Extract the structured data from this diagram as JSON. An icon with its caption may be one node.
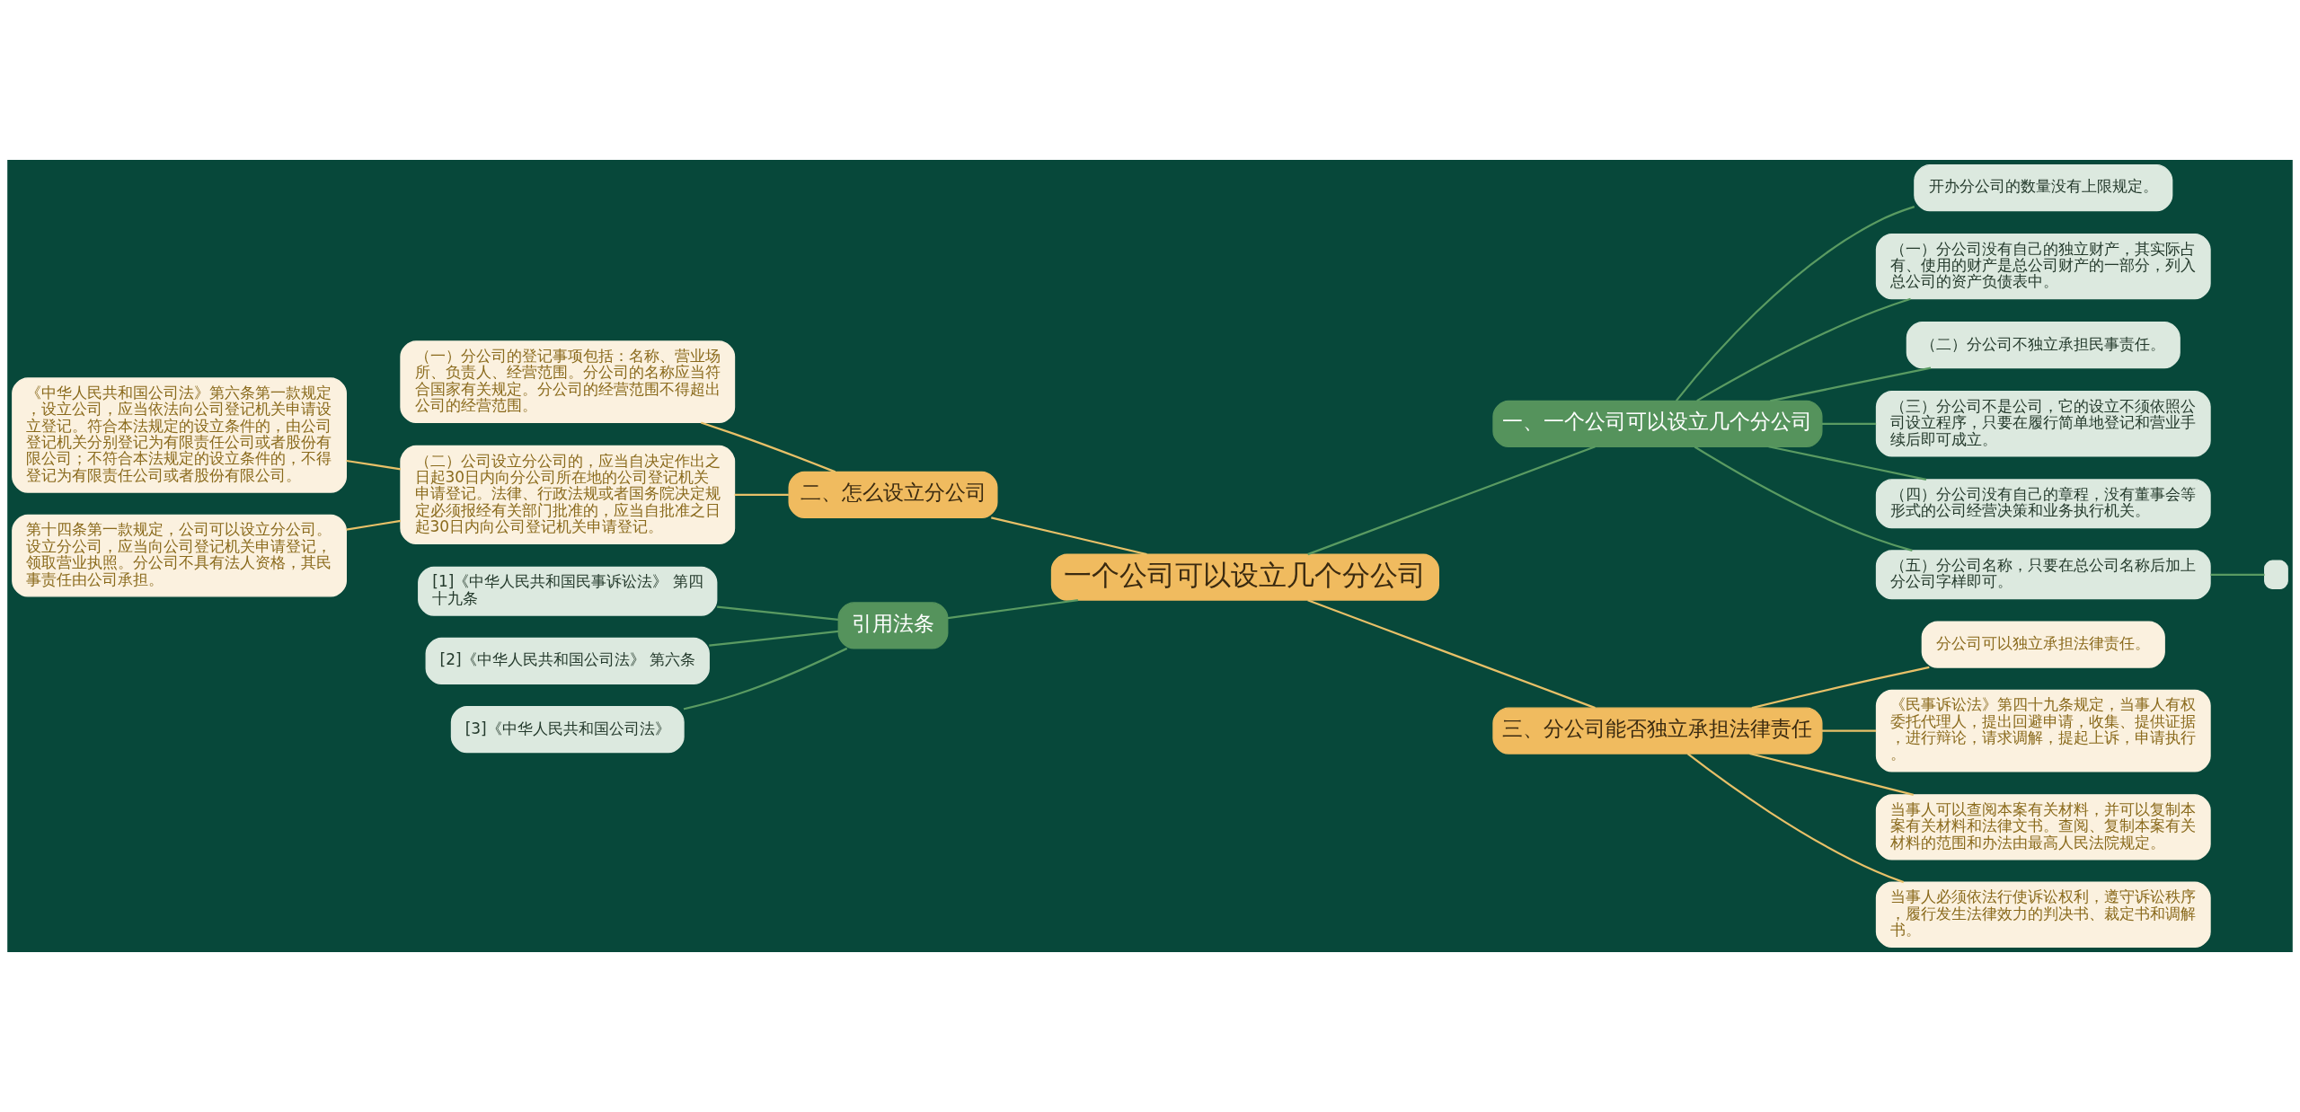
{
  "diagram": {
    "nodes": [
      {
        "text": [
          "一个公司可以设立几个分公司"
        ]
      },
      {
        "text": [
          "一、一个公司可以设立几个分公司"
        ]
      },
      {
        "text": [
          "开办分公司的数量没有上限规定。"
        ]
      },
      {
        "text": [
          "（一）分公司没有自己的独立财产，其实际占有、使用的财产是总公司财产的一部分，列入总公司的资产负债表中。"
        ]
      },
      {
        "text": [
          "（二）分公司不独立承担民事责任。"
        ]
      },
      {
        "text": [
          "（三）分公司不是公司，它的设立不须依照公司设立程序，只要在履行简单地登记和营业手续后即可成立。"
        ]
      },
      {
        "text": [
          "（四）分公司没有自己的章程，没有董事会等形式的公司经营决策和业务执行机关。"
        ]
      },
      {
        "text": [
          "（五）分公司名称，只要在总公司名称后加上分公司字样即可。"
        ]
      },
      {
        "text": [],
        "shape": "box"
      },
      {
        "text": [
          "三、分公司能否独立承担法律责任"
        ]
      },
      {
        "text": [
          "分公司可以独立承担法律责任。"
        ]
      },
      {
        "text": [
          "《民事诉讼法》第四十九条规定，当事人有权委托代理人，提出回避申请，收集、提供证据，进行辩论，请求调解，提起上诉，申请执行。"
        ]
      },
      {
        "text": [
          "当事人可以查阅本案有关材料，并可以复制本案有关材料和法律文书。查阅、复制本案有关材料的范围和办法由最高人民法院规定。"
        ]
      },
      {
        "text": [
          "当事人必须依法行使诉讼权利，遵守诉讼秩序，履行发生法律效力的判决书、裁定书和调解书。"
        ]
      },
      {
        "text": [
          "二、怎么设立分公司"
        ]
      },
      {
        "text": [
          "（一）分公司的登记事项包括：名称、营业场所、负责人、经营范围。分公司的名称应当符合国家有关规定。分公司的经营范围不得超出公司的经营范围。"
        ]
      },
      {
        "text": [
          "（二）公司设立分公司的，应当自决定作出之日起30日内向分公司所在地的公司登记机关申请登记。法律、行政法规或者国务院决定规定必须报经有关部门批准的，应当自批准之日起30日内向公司登记机关申请登记。"
        ]
      },
      {
        "text": [
          "《中华人民共和国公司法》第六条第一款规定，设立公司，应当依法向公司登记机关申请设立登记。符合本法规定的设立条件的，由公司登记机关分别登记为有限责任公司或者股份有限公司；不符合本法规定的设立条件的，不得登记为有限责任公司或者股份有限公司。"
        ]
      },
      {
        "text": [
          "第十四条第一款规定，公司可以设立分公司。设立分公司，应当向公司登记机关申请登记，领取营业执照。分公司不具有法人资格，其民事责任由公司承担。"
        ]
      },
      {
        "text": [
          "引用法条"
        ]
      },
      {
        "text": [
          "[1]《中华人民共和国民事诉讼法》 第四十九条"
        ]
      },
      {
        "text": [
          "[2]《中华人民共和国公司法》 第六条"
        ]
      },
      {
        "text": [
          "[3]《中华人民共和国公司法》"
        ]
      }
    ],
    "edges": [
      {
        "from": 0,
        "to": 1,
        "arrow": "none"
      },
      {
        "from": 1,
        "to": 2,
        "arrow": "none"
      },
      {
        "from": 1,
        "to": 3,
        "arrow": "none"
      },
      {
        "from": 1,
        "to": 4,
        "arrow": "none"
      },
      {
        "from": 1,
        "to": 5,
        "arrow": "none"
      },
      {
        "from": 1,
        "to": 6,
        "arrow": "none"
      },
      {
        "from": 1,
        "to": 7,
        "arrow": "none"
      },
      {
        "from": 7,
        "to": 8,
        "arrow": "none"
      },
      {
        "from": 0,
        "to": 9,
        "arrow": "none",
        "color": "#e8c068"
      },
      {
        "from": 9,
        "to": 10,
        "arrow": "none",
        "color": "#e8c068"
      },
      {
        "from": 9,
        "to": 11,
        "arrow": "none",
        "color": "#e8c068"
      },
      {
        "from": 9,
        "to": 12,
        "arrow": "none",
        "color": "#e8c068"
      },
      {
        "from": 9,
        "to": 13,
        "arrow": "none",
        "color": "#e8c068"
      },
      {
        "from": 0,
        "to": 14,
        "arrow": "none",
        "color": "#e8c068"
      },
      {
        "from": 14,
        "to": 15,
        "arrow": "none",
        "color": "#e8c068"
      },
      {
        "from": 14,
        "to": 16,
        "arrow": "none",
        "color": "#e8c068"
      },
      {
        "from": 16,
        "to": 17,
        "arrow": "none",
        "color": "#e8c068"
      },
      {
        "from": 16,
        "to": 18,
        "arrow": "none",
        "color": "#e8c068"
      },
      {
        "from": 0,
        "to": 19,
        "arrow": "none"
      },
      {
        "from": 19,
        "to": 20,
        "arrow": "none"
      },
      {
        "from": 19,
        "to": 21,
        "arrow": "none"
      },
      {
        "from": 19,
        "to": 22,
        "arrow": "none"
      }
    ]
  }
}
